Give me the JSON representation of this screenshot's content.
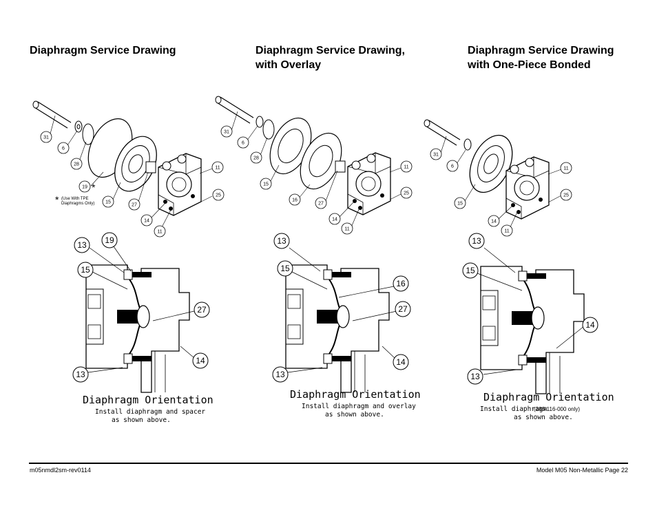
{
  "headers": {
    "col1": [
      "Diaphragm Service Drawing"
    ],
    "col2": [
      "Diaphragm Service Drawing,",
      "with Overlay"
    ],
    "col3": [
      "Diaphragm Service Drawing",
      "with One-Piece Bonded"
    ]
  },
  "exploded": {
    "col1": {
      "c31": "31",
      "c6": "6",
      "c28": "28",
      "c19": "19",
      "c15": "15",
      "c27": "27",
      "c14": "14",
      "c11a": "11",
      "c11b": "11",
      "c25": "25",
      "star": "*",
      "note1": "(Use With TPE",
      "note2": "Diaphragms Only)"
    },
    "col2": {
      "c31": "31",
      "c6": "6",
      "c28": "28",
      "c15": "15",
      "c16": "16",
      "c27": "27",
      "c14": "14",
      "c11a": "11",
      "c11b": "11",
      "c25": "25"
    },
    "col3": {
      "c31": "31",
      "c6": "6",
      "c15": "15",
      "c14": "14",
      "c11a": "11",
      "c11b": "11",
      "c25": "25"
    }
  },
  "section": {
    "col1": {
      "c13a": "13",
      "c19": "19",
      "c15": "15",
      "c27": "27",
      "c14": "14",
      "c13b": "13"
    },
    "col2": {
      "c13a": "13",
      "c15": "15",
      "c16": "16",
      "c27": "27",
      "c14": "14",
      "c13b": "13"
    },
    "col3": {
      "c13a": "13",
      "c15": "15",
      "c14": "14",
      "c13b": "13"
    }
  },
  "orientation": {
    "col1": {
      "title": "Diaphragm Orientation",
      "l1": "Install diaphragm and spacer",
      "l2": "as shown above."
    },
    "col2": {
      "title": "Diaphragm Orientation",
      "l1": "Install diaphragm and overlay",
      "l2": "as shown above."
    },
    "col3": {
      "title": "Diaphragm Orientation",
      "l1a": "Install diaphragm",
      "l1b": "(286-116-000 only)",
      "l2": "as shown above."
    }
  },
  "footer": {
    "left": "m05nmdl2sm-rev0114",
    "right": "Model M05 Non-Metallic Page 22"
  }
}
